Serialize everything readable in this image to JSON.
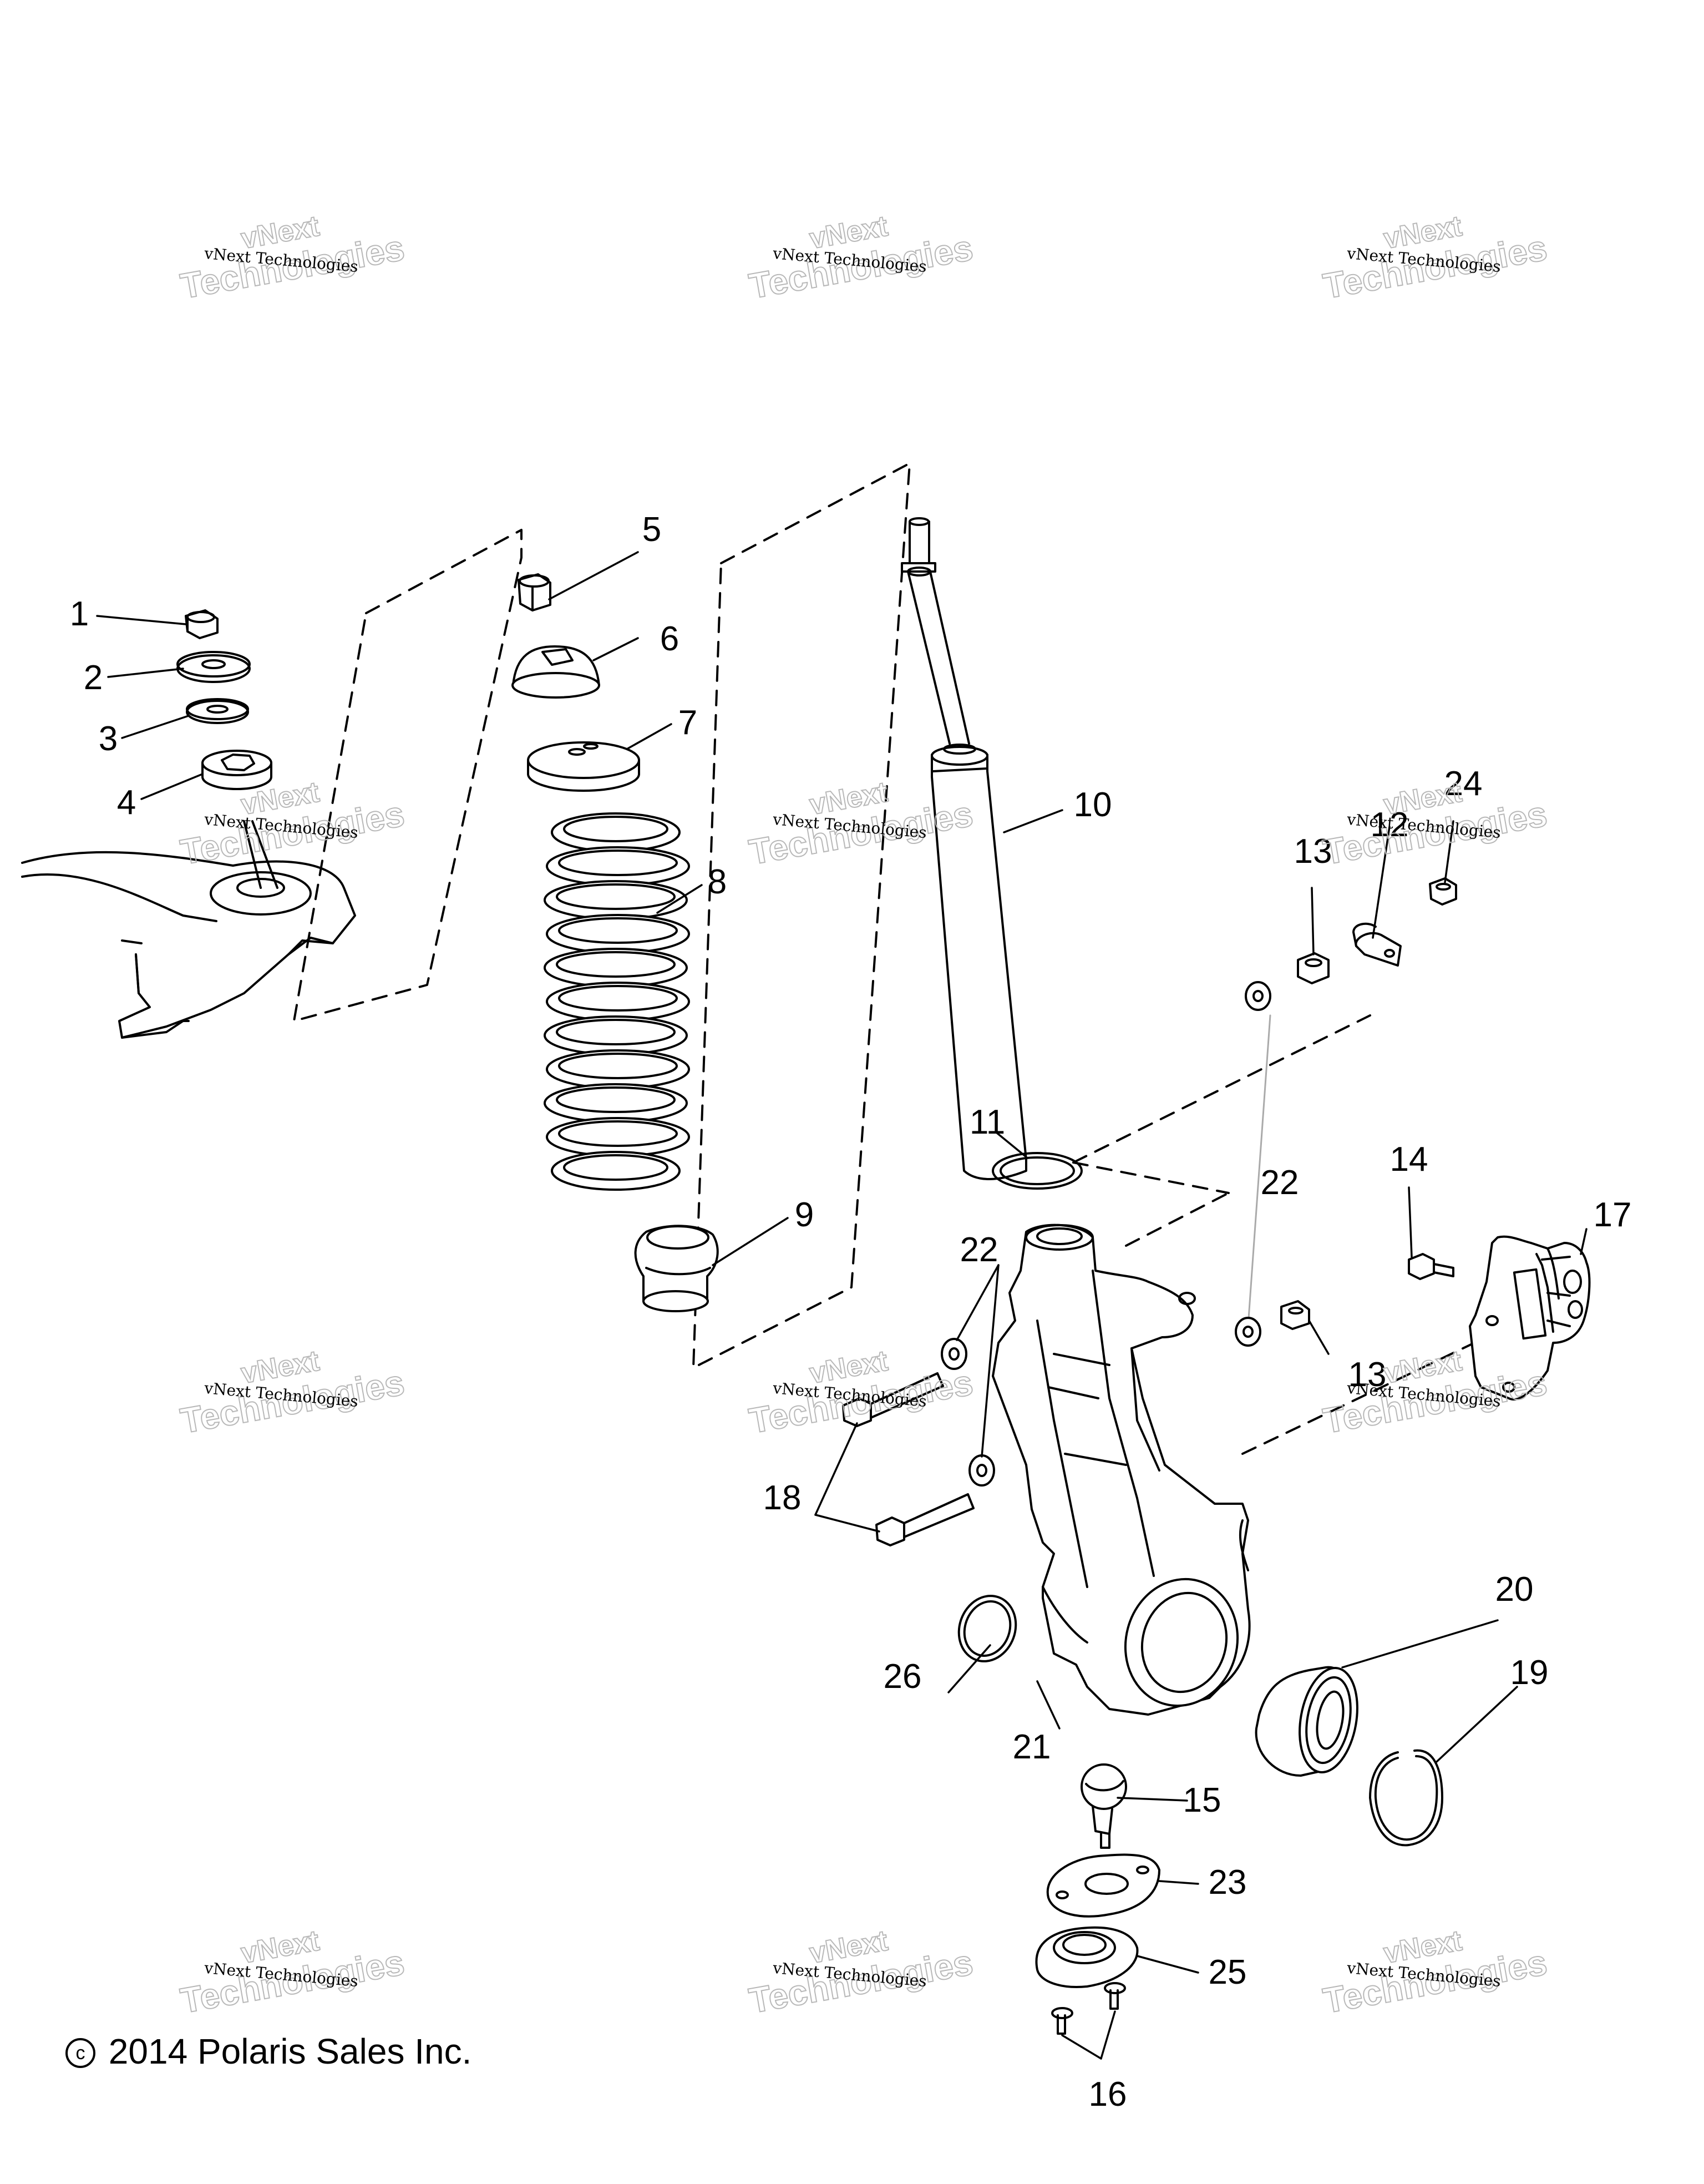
{
  "diagram": {
    "callouts": [
      {
        "id": "c1",
        "text": "1"
      },
      {
        "id": "c2",
        "text": "2"
      },
      {
        "id": "c3",
        "text": "3"
      },
      {
        "id": "c4",
        "text": "4"
      },
      {
        "id": "c5",
        "text": "5"
      },
      {
        "id": "c6",
        "text": "6"
      },
      {
        "id": "c7",
        "text": "7"
      },
      {
        "id": "c8",
        "text": "8"
      },
      {
        "id": "c9",
        "text": "9"
      },
      {
        "id": "c10",
        "text": "10"
      },
      {
        "id": "c11",
        "text": "11"
      },
      {
        "id": "c12",
        "text": "12"
      },
      {
        "id": "c13a",
        "text": "13"
      },
      {
        "id": "c13b",
        "text": "13"
      },
      {
        "id": "c14",
        "text": "14"
      },
      {
        "id": "c15",
        "text": "15"
      },
      {
        "id": "c16",
        "text": "16"
      },
      {
        "id": "c17",
        "text": "17"
      },
      {
        "id": "c18",
        "text": "18"
      },
      {
        "id": "c19",
        "text": "19"
      },
      {
        "id": "c20",
        "text": "20"
      },
      {
        "id": "c21",
        "text": "21"
      },
      {
        "id": "c22a",
        "text": "22"
      },
      {
        "id": "c22b",
        "text": "22"
      },
      {
        "id": "c23",
        "text": "23"
      },
      {
        "id": "c24",
        "text": "24"
      },
      {
        "id": "c25",
        "text": "25"
      },
      {
        "id": "c26",
        "text": "26"
      }
    ],
    "copyright_symbol": "c",
    "copyright": "2014 Polaris Sales Inc.",
    "watermark": {
      "top": "vNext",
      "line": "vNext Technologies",
      "outline": "Technologies"
    }
  }
}
